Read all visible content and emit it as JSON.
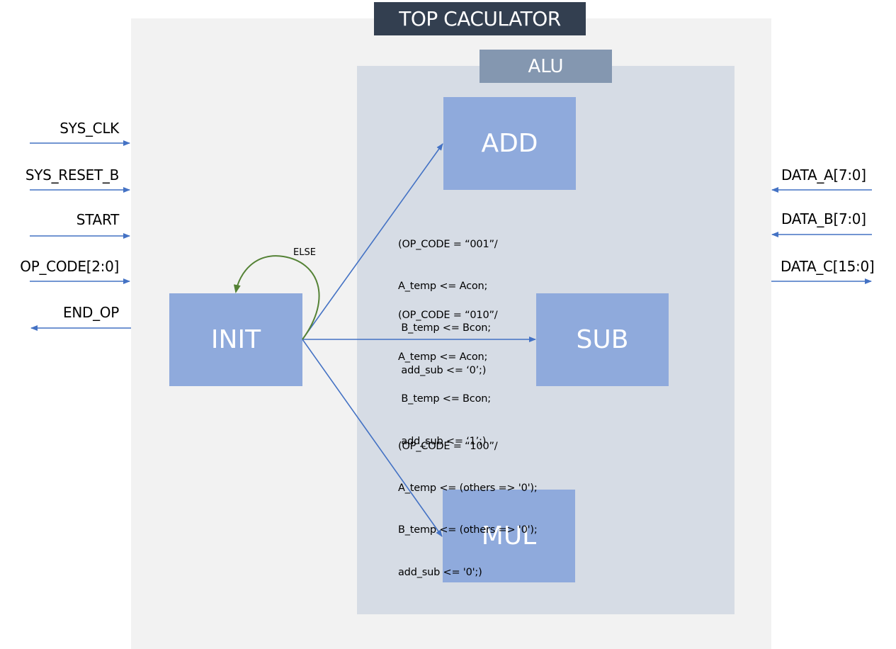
{
  "title": "TOP CACULATOR",
  "alu_label": "ALU",
  "states": {
    "init": "INIT",
    "add": "ADD",
    "sub": "SUB",
    "mul": "MUL"
  },
  "inputs_left": [
    "SYS_CLK",
    "SYS_RESET_B",
    "START",
    "OP_CODE[2:0]"
  ],
  "output_left": "END_OP",
  "inputs_right": [
    "DATA_A[7:0]",
    "DATA_B[7:0]"
  ],
  "output_right": "DATA_C[15:0]",
  "self_loop_label": "ELSE",
  "transitions": {
    "add": [
      "(OP_CODE = “001”/",
      "A_temp <= Acon;",
      " B_temp <= Bcon;",
      " add_sub <= ‘0’;)"
    ],
    "sub": [
      "(OP_CODE = “010”/",
      "A_temp <= Acon;",
      " B_temp <= Bcon;",
      " add_sub <= ‘1’;)"
    ],
    "mul": [
      "(OP_CODE = “100”/",
      "A_temp <= (others => '0');",
      "B_temp <= (others => '0');",
      "add_sub <= '0';)"
    ]
  },
  "colors": {
    "title_bg": "#333f50",
    "outer_bg": "#f2f2f2",
    "alu_bg": "#d6dce5",
    "alu_label_bg": "#8497b0",
    "state_fill": "#8faadc",
    "arrow": "#4472c4",
    "self_loop": "#548235"
  }
}
